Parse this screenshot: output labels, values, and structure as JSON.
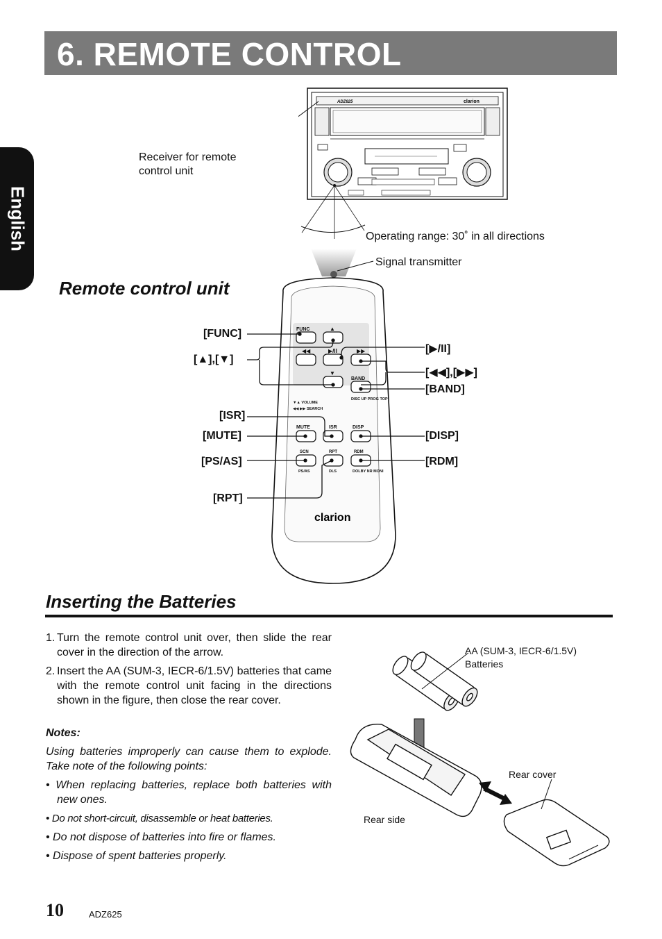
{
  "header": {
    "title": "6. REMOTE CONTROL"
  },
  "side_tab": {
    "label": "English"
  },
  "receiver": {
    "unit_brand": "clarion",
    "unit_model": "ADZ625"
  },
  "labels": {
    "receiver_label": "Receiver for remote\ncontrol unit",
    "operating_range": "Operating range: 30˚ in all directions",
    "signal_transmitter": "Signal transmitter"
  },
  "remote_section": {
    "heading": "Remote control unit",
    "brand": "clarion",
    "keys": {
      "func": "FUNC",
      "band": "BAND",
      "mute": "MUTE",
      "isr": "ISR",
      "disp": "DISP",
      "scn": "SCN",
      "rpt": "RPT",
      "rdm": "RDM",
      "ps_as": "PS/AS",
      "dls": "DLS",
      "dolby": "DOLBY NR\nMONI",
      "volume": "▼▲  VOLUME",
      "search": "◀◀ ▶▶ SEARCH",
      "disc_up": "DISC UP\nPROG\nTOP"
    },
    "callouts": {
      "func": "[FUNC]",
      "updown": "[▲],[▼]",
      "play_pause": "[▶/II]",
      "skip": "[◀◀],[▶▶]",
      "band": "[BAND]",
      "isr": "[ISR]",
      "mute": "[MUTE]",
      "disp": "[DISP]",
      "ps_as": "[PS/AS]",
      "rdm": "[RDM]",
      "rpt": "[RPT]"
    }
  },
  "batteries_section": {
    "heading": "Inserting the Batteries",
    "steps": [
      {
        "num": "1.",
        "text": "Turn the remote control unit over, then slide the rear cover in the direction of the arrow."
      },
      {
        "num": "2.",
        "text": "Insert the AA (SUM-3, IECR-6/1.5V) batteries that came with the remote control unit facing in the directions shown in the figure, then close the rear cover."
      }
    ],
    "notes_heading": "Notes:",
    "notes_intro": "Using batteries improperly can cause them to explode. Take note of the following points:",
    "bullets": [
      "• When replacing batteries, replace both batteries with new ones.",
      "• Do not short-circuit, disassemble or heat batteries.",
      "• Do not dispose of batteries into fire or flames.",
      "• Dispose of spent batteries properly."
    ],
    "figure_labels": {
      "batteries": "AA (SUM-3, IECR-6/1.5V)\nBatteries",
      "rear_cover": "Rear cover",
      "rear_side": "Rear side"
    }
  },
  "footer": {
    "page_number": "10",
    "model": "ADZ625"
  }
}
